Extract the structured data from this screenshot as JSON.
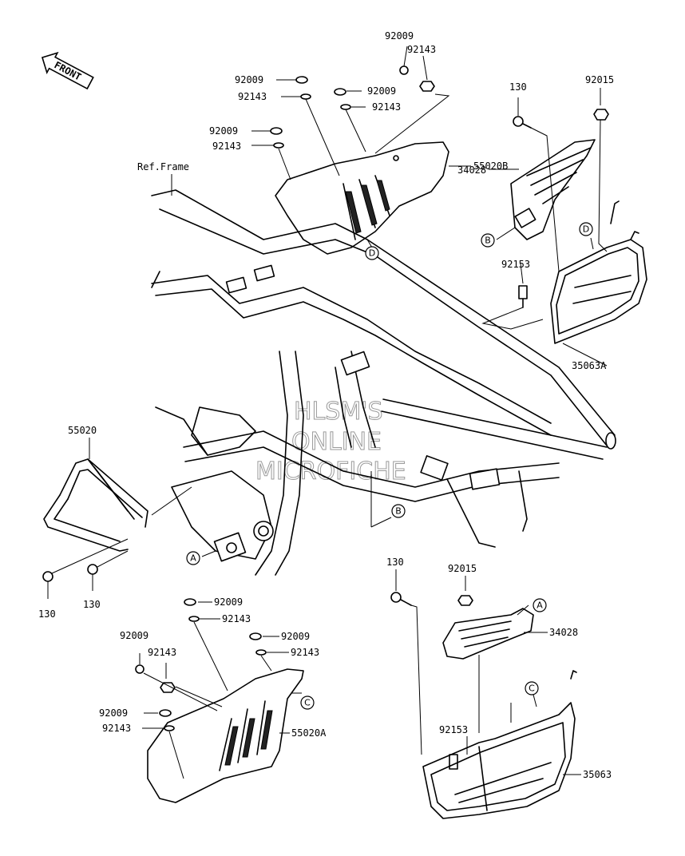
{
  "front_indicator": "FRONT",
  "ref_label": "Ref.Frame",
  "watermark": [
    "HLSM'S",
    "ONLINE",
    "MICROFICHE"
  ],
  "part_numbers": {
    "p92009_top_a": "92009",
    "p92143_top_a": "92143",
    "p92009_top_b": "92009",
    "p92143_top_b": "92143",
    "p92009_top_c": "92009",
    "p92143_top_c": "92143",
    "p92009_top_d": "92009",
    "p92143_top_d": "92143",
    "p55020B": "55020B",
    "p130_tr": "130",
    "p92015_tr": "92015",
    "p34028_tr": "34028",
    "p92153_tr": "92153",
    "p35063A": "35063A",
    "p55020": "55020",
    "p130_left_a": "130",
    "p130_left_b": "130",
    "p92009_bl_a": "92009",
    "p92143_bl_a": "92143",
    "p92009_bl_b": "92009",
    "p92143_bl_b": "92143",
    "p92009_bl_c": "92009",
    "p92143_bl_c": "92143",
    "p92009_bl_d": "92009",
    "p92143_bl_d": "92143",
    "p55020A": "55020A",
    "p130_br": "130",
    "p92015_br": "92015",
    "p34028_br": "34028",
    "p92153_br": "92153",
    "p35063": "35063"
  },
  "callouts": {
    "d_top": "D",
    "b_right": "B",
    "d_right": "D",
    "b_frame": "B",
    "a_left": "A",
    "a_right": "A",
    "c_right": "C",
    "c_left": "C"
  }
}
